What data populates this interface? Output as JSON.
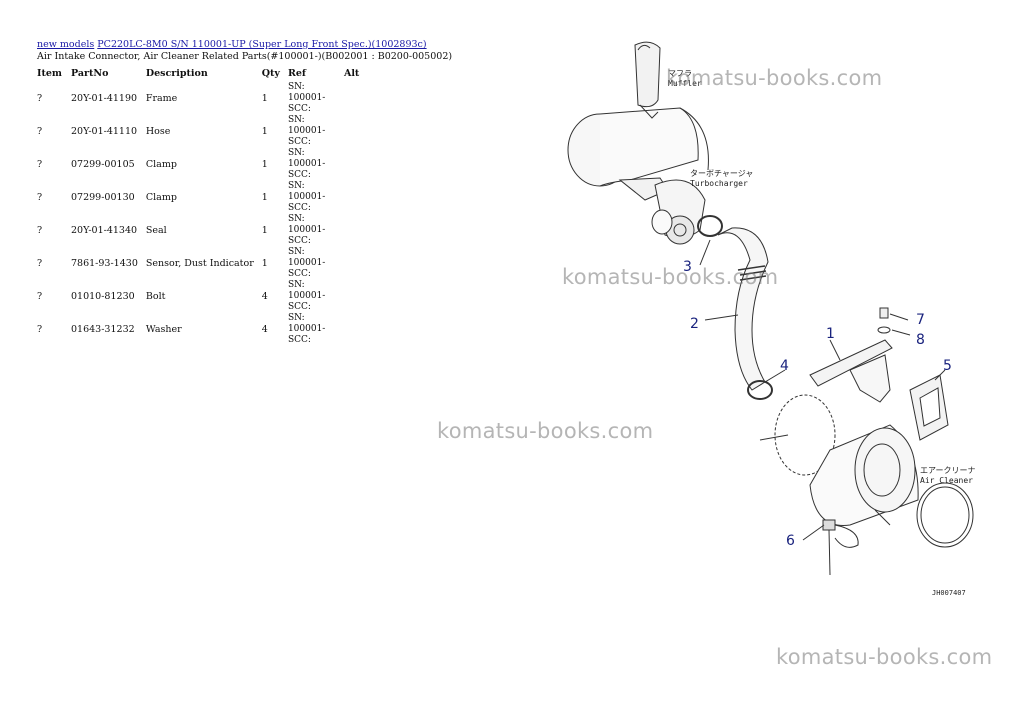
{
  "header": {
    "link_new_models": "new models",
    "link_model": "PC220LC-8M0 S/N 110001-UP (Super Long Front Spec.)(1002893c)",
    "subtitle": "Air Intake Connector, Air Cleaner Related Parts(#100001-)(B002001 : B0200-005002)"
  },
  "table": {
    "headers": {
      "item": "Item",
      "partno": "PartNo",
      "description": "Description",
      "qty": "Qty",
      "ref": "Ref",
      "alt": "Alt"
    },
    "rows": [
      {
        "item": "?",
        "partno": "20Y-01-41190",
        "description": "Frame",
        "qty": "1",
        "ref": "SN: 100001-SCC:",
        "alt": ""
      },
      {
        "item": "?",
        "partno": "20Y-01-41110",
        "description": "Hose",
        "qty": "1",
        "ref": "SN: 100001-SCC:",
        "alt": ""
      },
      {
        "item": "?",
        "partno": "07299-00105",
        "description": "Clamp",
        "qty": "1",
        "ref": "SN: 100001-SCC:",
        "alt": ""
      },
      {
        "item": "?",
        "partno": "07299-00130",
        "description": "Clamp",
        "qty": "1",
        "ref": "SN: 100001-SCC:",
        "alt": ""
      },
      {
        "item": "?",
        "partno": "20Y-01-41340",
        "description": "Seal",
        "qty": "1",
        "ref": "SN: 100001-SCC:",
        "alt": ""
      },
      {
        "item": "?",
        "partno": "7861-93-1430",
        "description": "Sensor, Dust Indicator",
        "qty": "1",
        "ref": "SN: 100001-SCC:",
        "alt": ""
      },
      {
        "item": "?",
        "partno": "01010-81230",
        "description": "Bolt",
        "qty": "4",
        "ref": "SN: 100001-SCC:",
        "alt": ""
      },
      {
        "item": "?",
        "partno": "01643-31232",
        "description": "Washer",
        "qty": "4",
        "ref": "SN: 100001-SCC:",
        "alt": ""
      }
    ]
  },
  "diagram": {
    "labels": {
      "muffler_jp": "マフラ",
      "muffler_en": "Muffler",
      "turbo_jp": "ターボチャージャ",
      "turbo_en": "Turbocharger",
      "aircleaner_jp": "エアークリーナ",
      "aircleaner_en": "Air Cleaner",
      "drawing_no": "JH007407"
    },
    "callouts": [
      "1",
      "2",
      "3",
      "4",
      "5",
      "6",
      "7",
      "8"
    ]
  },
  "watermarks": [
    "komatsu-books.com",
    "komatsu-books.com",
    "komatsu-books.com",
    "komatsu-books.com"
  ]
}
